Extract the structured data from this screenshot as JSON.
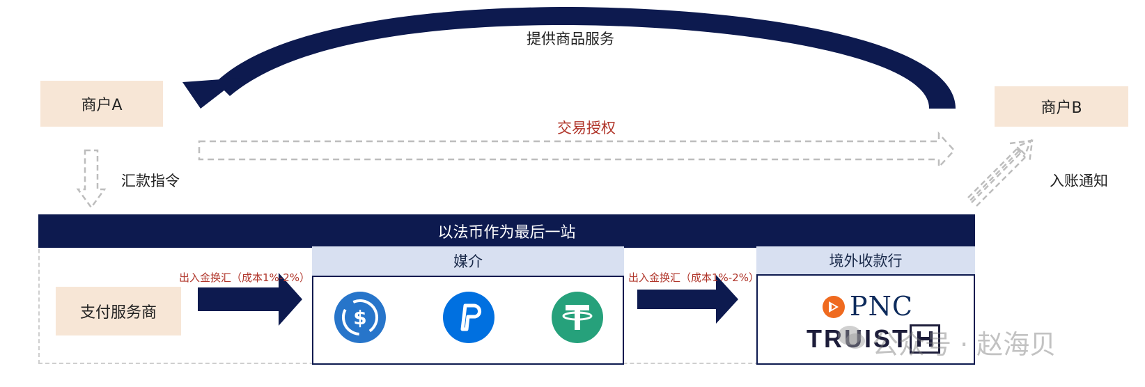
{
  "top_label": "提供商品服务",
  "merchant_a": "商户A",
  "merchant_b": "商户B",
  "auth_label": "交易授权",
  "remit_label": "汇款指令",
  "credit_label": "入账通知",
  "band_title": "以法币作为最后一站",
  "psp_label": "支付服务商",
  "fx_left": "出入金换汇（成本1%-2%）",
  "fx_right": "出入金换汇（成本1%-2%）",
  "medium_header": "媒介",
  "bank_header": "境外收款行",
  "coins": [
    "usdc-coin",
    "pyusd-coin",
    "usdt-coin"
  ],
  "bank_pnc": "PNC",
  "bank_truist": "TRUIST",
  "watermark": "公众号 · 赵海贝",
  "colors": {
    "navy": "#0d1a4f",
    "peach": "#f7e6d6",
    "light_blue": "#d8e0f1",
    "red": "#b0352a",
    "usdc": "#2775ca",
    "pyusd": "#0070e0",
    "usdt": "#26a17b",
    "pnc_orange": "#ef6a1f"
  }
}
